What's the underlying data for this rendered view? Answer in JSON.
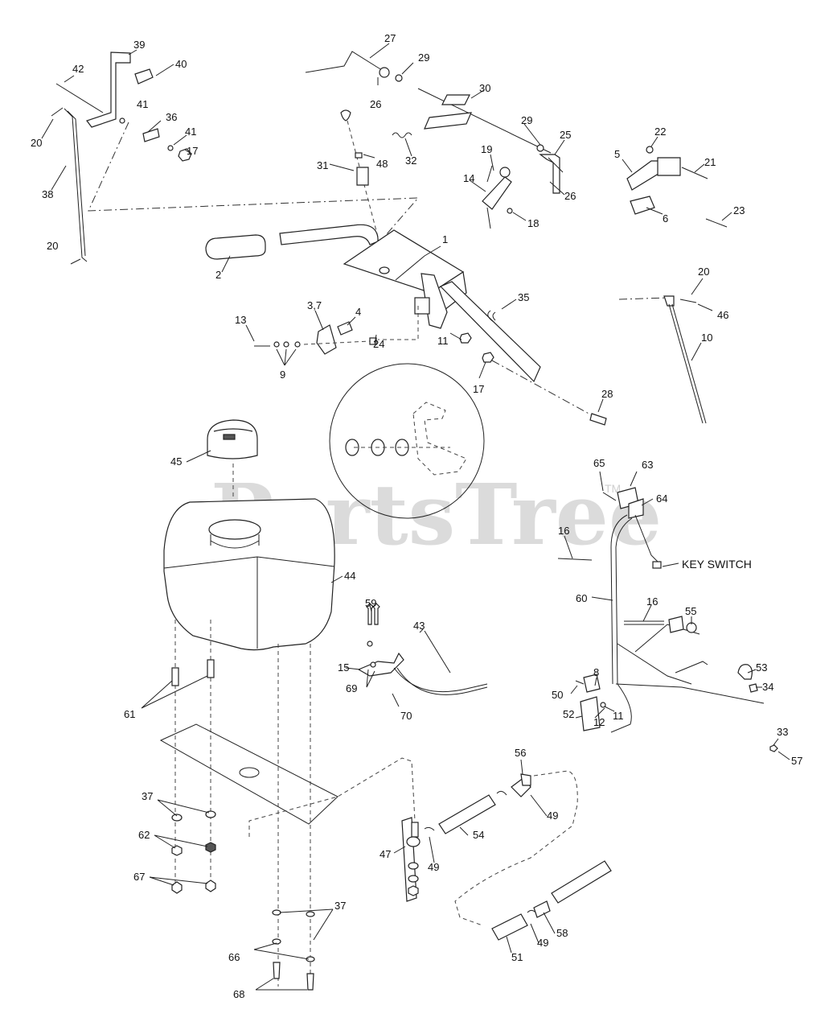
{
  "watermark": {
    "text": "PartsTree",
    "tm": "TM"
  },
  "callouts": {
    "key_switch": "KEY SWITCH"
  },
  "part_labels": [
    "39",
    "27",
    "42",
    "40",
    "29",
    "26",
    "30",
    "41",
    "36",
    "41",
    "17",
    "20",
    "38",
    "20",
    "31",
    "48",
    "32",
    "19",
    "14",
    "29",
    "25",
    "26",
    "18",
    "22",
    "5",
    "21",
    "6",
    "23",
    "1",
    "2",
    "35",
    "13",
    "3,7",
    "4",
    "9",
    "24",
    "11",
    "17",
    "28",
    "20",
    "46",
    "10",
    "45",
    "65",
    "63",
    "64",
    "16",
    "60",
    "16",
    "55",
    "44",
    "59",
    "43",
    "15",
    "69",
    "70",
    "61",
    "53",
    "34",
    "8",
    "50",
    "11",
    "12",
    "52",
    "33",
    "57",
    "56",
    "54",
    "49",
    "47",
    "49",
    "37",
    "62",
    "67",
    "37",
    "58",
    "49",
    "51",
    "66",
    "68"
  ]
}
